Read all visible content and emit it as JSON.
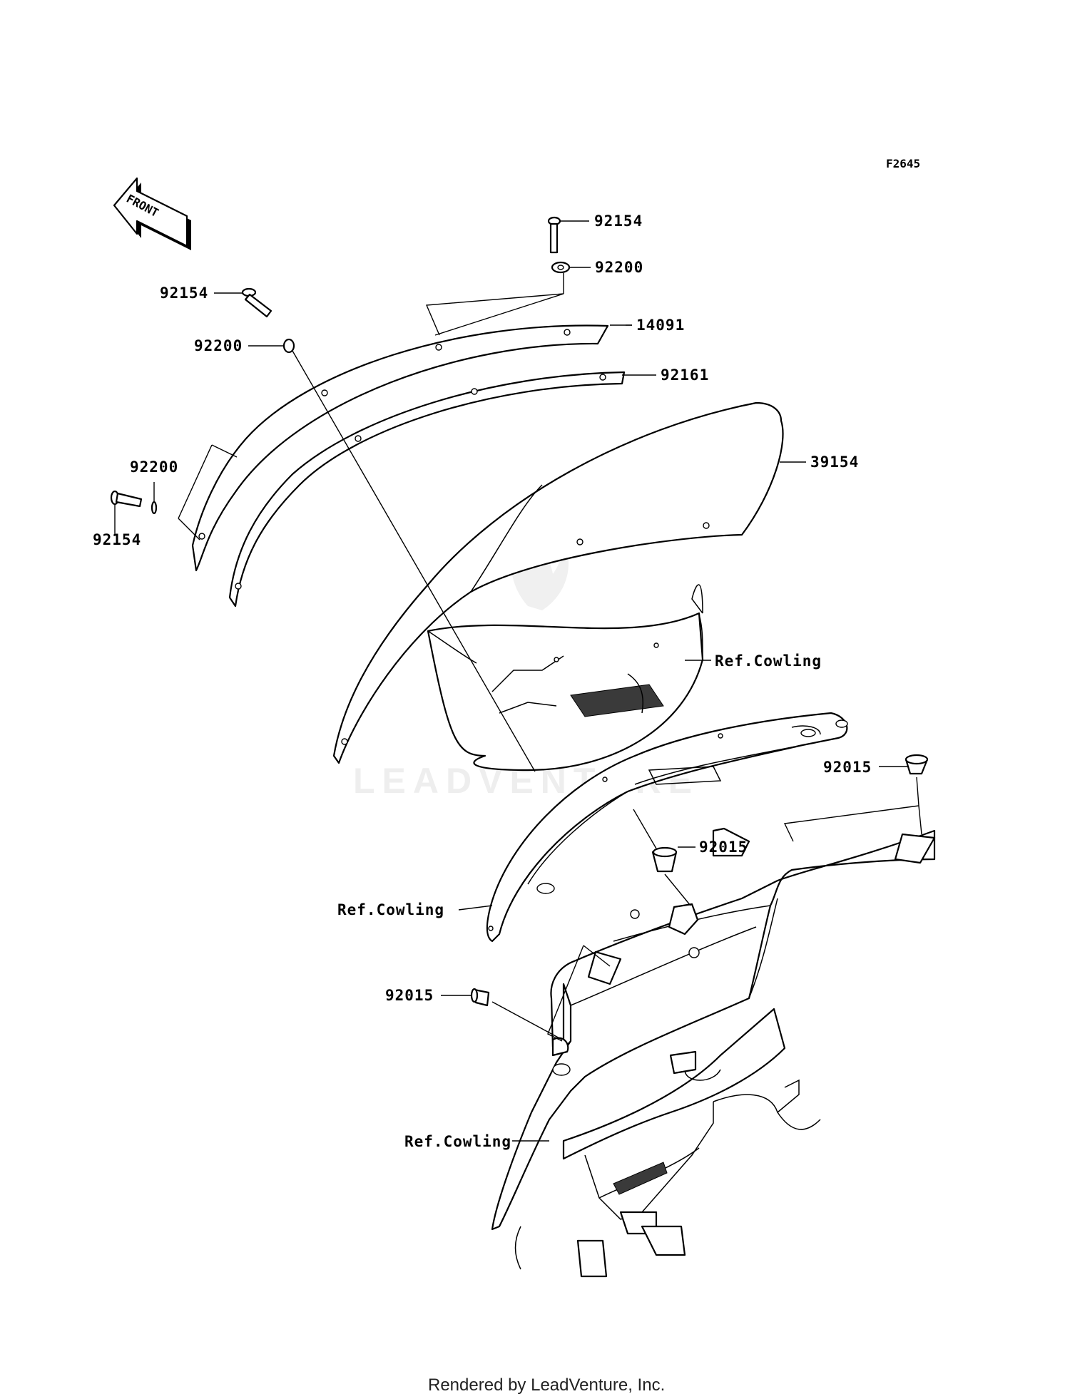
{
  "figure_code": "F2645",
  "front_arrow_label": "FRONT",
  "watermark": "LEADVENTURE",
  "footer": "Rendered by LeadVenture, Inc.",
  "callouts": [
    {
      "id": "bolt-top",
      "part": "92154"
    },
    {
      "id": "washer-top",
      "part": "92200"
    },
    {
      "id": "bolt-left-upper",
      "part": "92154"
    },
    {
      "id": "washer-left-upper",
      "part": "92200"
    },
    {
      "id": "cover-windshield",
      "part": "14091"
    },
    {
      "id": "seal",
      "part": "92161"
    },
    {
      "id": "windshield",
      "part": "39154"
    },
    {
      "id": "washer-left-lower",
      "part": "92200"
    },
    {
      "id": "bolt-left-lower",
      "part": "92154"
    },
    {
      "id": "ref-cowling-upper",
      "part": "Ref.Cowling"
    },
    {
      "id": "grommet-right",
      "part": "92015"
    },
    {
      "id": "grommet-middle",
      "part": "92015"
    },
    {
      "id": "ref-cowling-middle",
      "part": "Ref.Cowling"
    },
    {
      "id": "grommet-left",
      "part": "92015"
    },
    {
      "id": "ref-cowling-lower",
      "part": "Ref.Cowling"
    }
  ]
}
